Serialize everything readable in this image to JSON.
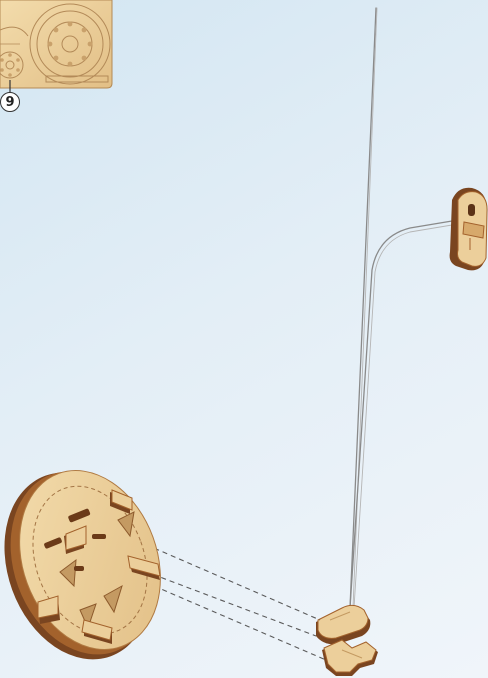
{
  "step": {
    "number": "9"
  },
  "colors": {
    "background_top": "#d3e6f2",
    "background_bottom": "#f0f5fa",
    "plywood_face": "#eccf9b",
    "plywood_edge_dark": "#7a4520",
    "plywood_edge_mid": "#a3622c",
    "string": "#8c8c8c",
    "guide_line": "#5a5a5a"
  },
  "parts": [
    {
      "name": "sheet-preview",
      "icon": "plywood-sheet-icon"
    },
    {
      "name": "wheel-disc",
      "icon": "wheel-disc-icon"
    },
    {
      "name": "base-connector",
      "icon": "connector-block-icon"
    },
    {
      "name": "tip-clamp",
      "icon": "clamp-icon"
    },
    {
      "name": "rubber-strings",
      "icon": "string-icon"
    }
  ]
}
